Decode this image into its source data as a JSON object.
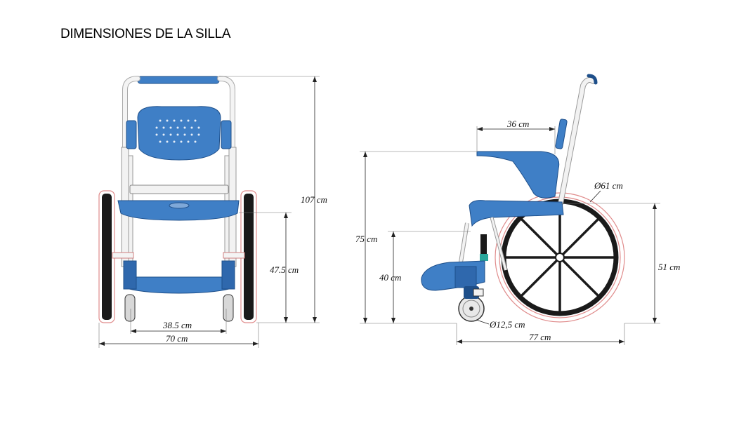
{
  "title": "DIMENSIONES DE LA SILLA",
  "front_view": {
    "height_total": "107 cm",
    "seat_height": "47.5 cm",
    "inner_width": "38.5 cm",
    "total_width": "70 cm"
  },
  "side_view": {
    "seat_depth": "36 cm",
    "wheel_diameter": "Ø61 cm",
    "armrest_height": "75 cm",
    "footrest_height": "40 cm",
    "wheel_axle_height": "51 cm",
    "caster_diameter": "Ø12,5 cm",
    "total_length": "77 cm"
  },
  "colors": {
    "seat_blue": "#3f7fc6",
    "frame": "#f2f2f2",
    "tire": "#1a1a1a",
    "tire_outline": "#e08c8c"
  }
}
